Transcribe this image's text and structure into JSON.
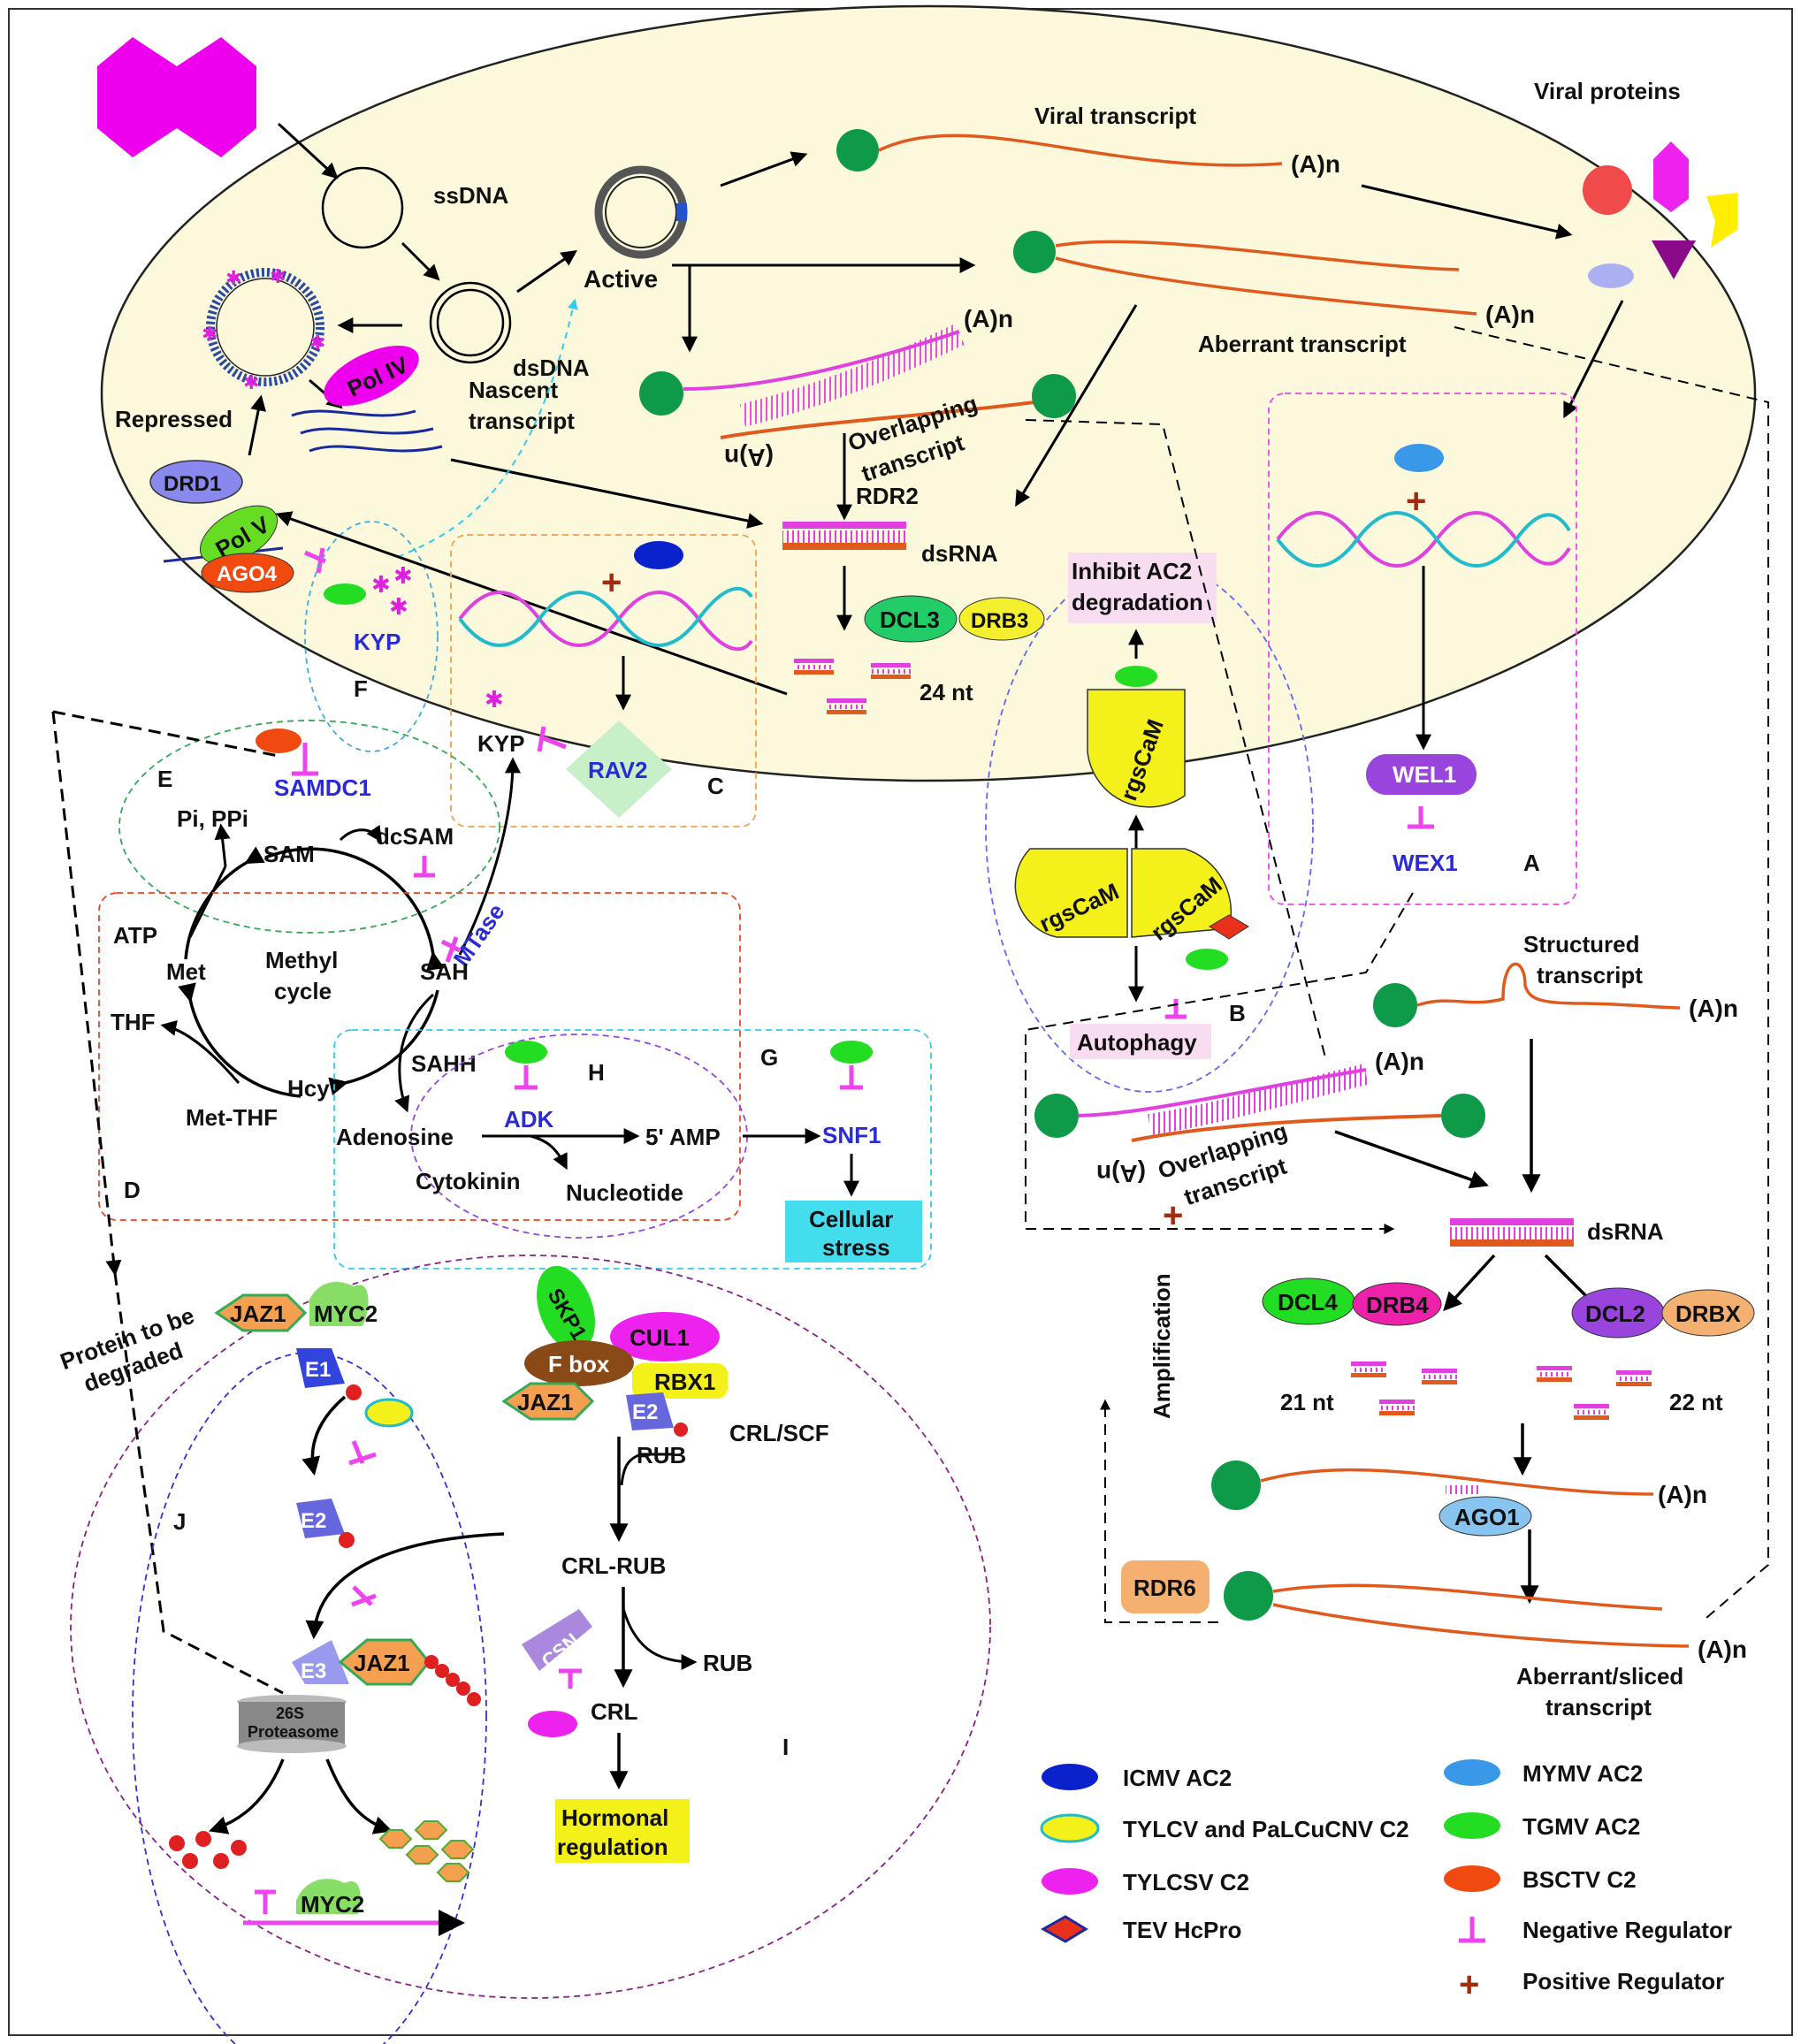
{
  "top": {
    "viral_transcript": "Viral transcript",
    "viral_proteins": "Viral proteins",
    "ssdna": "ssDNA",
    "dsdna": "dsDNA",
    "active": "Active",
    "repressed": "Repressed",
    "pol_iv": "Pol IV",
    "pol_v": "Pol V",
    "ago4": "AGO4",
    "drd1": "DRD1",
    "nascent_1": "Nascent",
    "nascent_2": "transcript",
    "aberrant_transcript": "Aberrant transcript",
    "polya": "(A)n",
    "polya_rev": "(A)n",
    "overlapping_1": "Overlapping",
    "overlapping_2": "transcript",
    "rdr2": "RDR2",
    "dsrna": "dsRNA",
    "dcl3": "DCL3",
    "drb3": "DRB3",
    "nt24": "24 nt",
    "kyp": "KYP",
    "f": "F",
    "rav2": "RAV2",
    "c": "C",
    "wel1": "WEL1",
    "wex1": "WEX1",
    "a": "A",
    "inhibit_1": "Inhibit AC2",
    "inhibit_2": "degradation",
    "rgscam": "rgsCaM",
    "autophagy": "Autophagy",
    "b": "B"
  },
  "methyl": {
    "e": "E",
    "samdc1": "SAMDC1",
    "pi_ppi": "Pi, PPi",
    "sam": "SAM",
    "dcsam": "dcSAM",
    "mtase": "MTase",
    "atp": "ATP",
    "met": "Met",
    "methyl_1": "Methyl",
    "methyl_2": "cycle",
    "sah": "SAH",
    "thf": "THF",
    "hcy": "Hcy",
    "met_thf": "Met-THF",
    "sahh": "SAHH",
    "h": "H",
    "adk": "ADK",
    "adenosine": "Adenosine",
    "amp": "5' AMP",
    "cytokinin": "Cytokinin",
    "nucleotide": "Nucleotide",
    "d": "D",
    "g": "G",
    "snf1": "SNF1",
    "cellular_1": "Cellular",
    "cellular_2": "stress",
    "kyp": "KYP"
  },
  "ubiq": {
    "protein_1": "Protein to be",
    "protein_2": "degraded",
    "jaz1": "JAZ1",
    "myc2": "MYC2",
    "e1": "E1",
    "e2": "E2",
    "e3": "E3",
    "j": "J",
    "proteasome_1": "26S",
    "proteasome_2": "Proteasome",
    "skp1": "SKP1",
    "cul1": "CUL1",
    "fbox": "F box",
    "rbx1": "RBX1",
    "crl_scf": "CRL/SCF",
    "rub": "RUB",
    "crl_rub": "CRL-RUB",
    "csn": "CSN",
    "crl": "CRL",
    "i": "I",
    "hormonal_1": "Hormonal",
    "hormonal_2": "regulation"
  },
  "ptgs": {
    "structured_1": "Structured",
    "structured_2": "transcript",
    "overlapping_1": "Overlapping",
    "overlapping_2": "transcript",
    "dsrna": "dsRNA",
    "dcl4": "DCL4",
    "drb4": "DRB4",
    "dcl2": "DCL2",
    "drbx": "DRBX",
    "nt21": "21 nt",
    "nt22": "22 nt",
    "ago1": "AGO1",
    "rdr6": "RDR6",
    "amplification": "Amplification",
    "aberrant_1": "Aberrant/sliced",
    "aberrant_2": "transcript"
  },
  "legend": [
    {
      "label": "ICMV AC2",
      "color": "#0a22cc",
      "icon": "ellipse-icon"
    },
    {
      "label": "TYLCV and PaLCuCNV C2",
      "color": "#f4f01a",
      "icon": "ellipse-icon"
    },
    {
      "label": "TYLCSV C2",
      "color": "#ee22ee",
      "icon": "ellipse-icon"
    },
    {
      "label": "TEV HcPro",
      "color": "#e8301a",
      "icon": "diamond-icon"
    },
    {
      "label": "MYMV AC2",
      "color": "#3a98e8",
      "icon": "ellipse-icon"
    },
    {
      "label": "TGMV AC2",
      "color": "#22dd22",
      "icon": "ellipse-icon"
    },
    {
      "label": "BSCTV C2",
      "color": "#f04a10",
      "icon": "ellipse-icon"
    },
    {
      "label": "Negative Regulator",
      "color": "#ee44ee",
      "icon": "inhibit-icon"
    },
    {
      "label": "Positive Regulator",
      "color": "#a42a10",
      "icon": "plus-icon"
    }
  ],
  "colors": {
    "cell": "#fbf8dc",
    "rna": "#e05a1e",
    "rna_pink": "#e040e0",
    "green_cap": "#0f9a4a",
    "inhibit": "#ee44ee",
    "positive": "#a42a10"
  }
}
